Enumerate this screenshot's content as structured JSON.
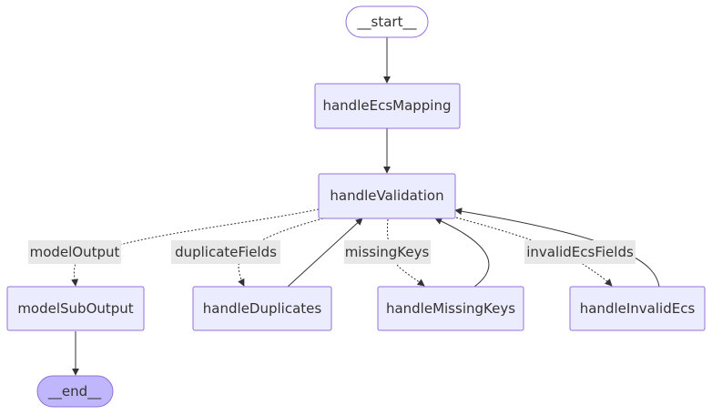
{
  "nodes": {
    "start": "__start__",
    "handle_ecs_mapping": "handleEcsMapping",
    "handle_validation": "handleValidation",
    "model_sub_output": "modelSubOutput",
    "handle_duplicates": "handleDuplicates",
    "handle_missing_keys": "handleMissingKeys",
    "handle_invalid_ecs": "handleInvalidEcs",
    "end": "__end__"
  },
  "edges": [
    {
      "from": "__start__",
      "to": "handleEcsMapping",
      "style": "solid",
      "label": ""
    },
    {
      "from": "handleEcsMapping",
      "to": "handleValidation",
      "style": "solid",
      "label": ""
    },
    {
      "from": "handleValidation",
      "to": "modelSubOutput",
      "style": "dotted",
      "label": "modelOutput"
    },
    {
      "from": "handleValidation",
      "to": "handleDuplicates",
      "style": "dotted",
      "label": "duplicateFields"
    },
    {
      "from": "handleValidation",
      "to": "handleMissingKeys",
      "style": "dotted",
      "label": "missingKeys"
    },
    {
      "from": "handleValidation",
      "to": "handleInvalidEcs",
      "style": "dotted",
      "label": "invalidEcsFields"
    },
    {
      "from": "handleDuplicates",
      "to": "handleValidation",
      "style": "solid",
      "label": ""
    },
    {
      "from": "handleMissingKeys",
      "to": "handleValidation",
      "style": "solid",
      "label": ""
    },
    {
      "from": "handleInvalidEcs",
      "to": "handleValidation",
      "style": "solid",
      "label": ""
    },
    {
      "from": "modelSubOutput",
      "to": "__end__",
      "style": "solid",
      "label": ""
    }
  ],
  "edge_labels": {
    "model_output": "modelOutput",
    "duplicate_fields": "duplicateFields",
    "missing_keys": "missingKeys",
    "invalid_ecs_fields": "invalidEcsFields"
  },
  "colors": {
    "node_fill": "#ECECFF",
    "node_stroke": "#9370DB",
    "end_fill": "#BFB6FC",
    "edge": "#333333",
    "label_bg": "#E8E8E8"
  }
}
